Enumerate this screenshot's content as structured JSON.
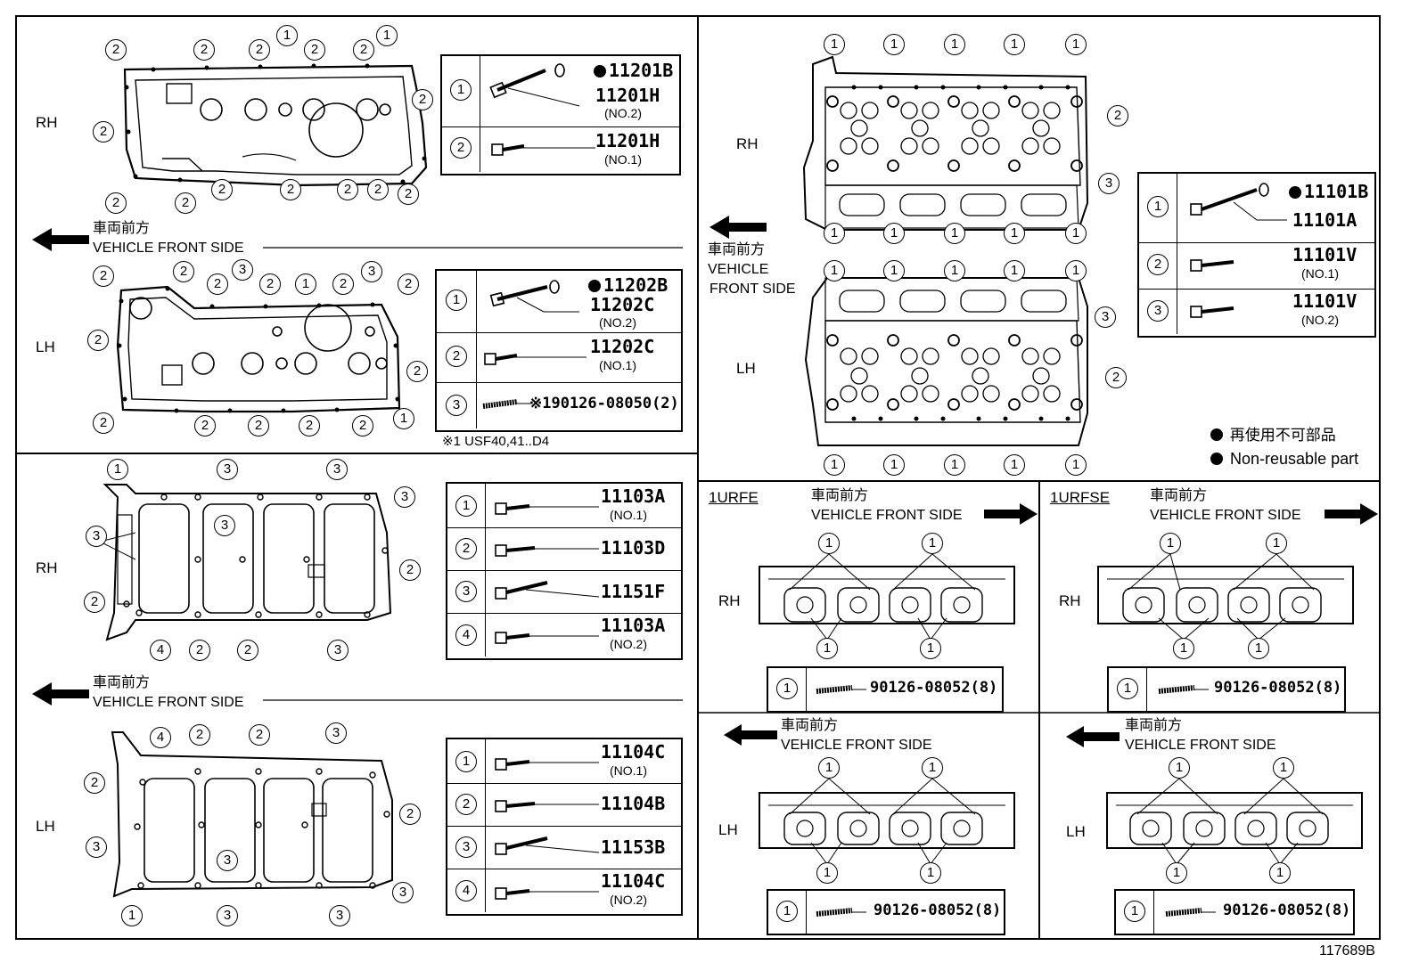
{
  "figure_id": "117689B",
  "common": {
    "rh": "RH",
    "lh": "LH",
    "front_jp": "車両前方",
    "front_en": "VEHICLE FRONT SIDE",
    "front_en_l1": "VEHICLE",
    "front_en_l2": "FRONT SIDE"
  },
  "legend": {
    "jp": "再使用不可部品",
    "en": "Non-reusable part"
  },
  "n": {
    "1": "1",
    "2": "2",
    "3": "3",
    "4": "4"
  },
  "head_cover_rh_table": {
    "rows": [
      {
        "num": "1",
        "code_a": "11201B",
        "code_b": "11201H",
        "sub": "(NO.2)"
      },
      {
        "num": "2",
        "code_a": "11201H",
        "sub": "(NO.1)"
      }
    ]
  },
  "head_cover_lh_table": {
    "rows": [
      {
        "num": "1",
        "code_a": "11202B",
        "code_b": "11202C",
        "sub": "(NO.2)"
      },
      {
        "num": "2",
        "code_a": "11202C",
        "sub": "(NO.1)"
      },
      {
        "num": "3",
        "code_a": "※190126-08050(2)"
      }
    ],
    "note": "※1 USF40,41..D4"
  },
  "pan_rh_table": {
    "rows": [
      {
        "num": "1",
        "code": "11103A",
        "sub": "(NO.1)"
      },
      {
        "num": "2",
        "code": "11103D"
      },
      {
        "num": "3",
        "code": "11151F"
      },
      {
        "num": "4",
        "code": "11103A",
        "sub": "(NO.2)"
      }
    ]
  },
  "pan_lh_table": {
    "rows": [
      {
        "num": "1",
        "code": "11104C",
        "sub": "(NO.1)"
      },
      {
        "num": "2",
        "code": "11104B"
      },
      {
        "num": "3",
        "code": "11153B"
      },
      {
        "num": "4",
        "code": "11104C",
        "sub": "(NO.2)"
      }
    ]
  },
  "cyl_head_table": {
    "rows": [
      {
        "num": "1",
        "code_a": "11101B",
        "code_b": "11101A"
      },
      {
        "num": "2",
        "code": "11101V",
        "sub": "(NO.1)"
      },
      {
        "num": "3",
        "code": "11101V",
        "sub": "(NO.2)"
      }
    ]
  },
  "engine_1urfe": "1URFE",
  "engine_1urfse": "1URFSE",
  "stud_code": "90126-08052(8)"
}
